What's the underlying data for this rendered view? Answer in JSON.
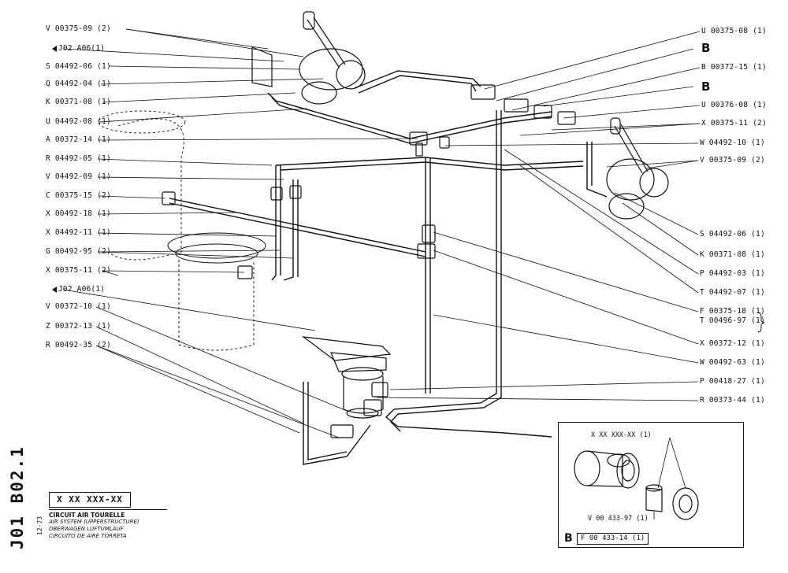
{
  "left_labels": [
    "V 00375-09 (2)",
    "J02  A06(1)",
    "S 04492-06 (1)",
    "Q 04492-04 (1)",
    "K 00371-08 (1)",
    "U 04492-08 (1)",
    "A 00372-14 (1)",
    "R 04492-05 (1)",
    "V 04492-09 (1)",
    "C 00375-15 (2)",
    "X 00492-18 (1)",
    "X 04492-11 (1)",
    "G 00492-95 (2)",
    "X 00375-11 (2)",
    "J02  A06(1)",
    "V 00372-10 (1)",
    "Z 00372-13 (1)",
    "R 00492-35 (2)"
  ],
  "right_labels": [
    "U 00375-08 (1)",
    "B 00372-15 (1)",
    "U 00376-08 (1)",
    "X 00375-11 (2)",
    "W 04492-10 (1)",
    "V 00375-09 (2)",
    "S 04492-06 (1)",
    "K 00371-08 (1)",
    "P 04492-03 (1)",
    "T 04492-07 (1)",
    "F 00375-18 (1)",
    "T 00496-97 (1)",
    "X 00372-12 (1)",
    "W 00492-63 (1)",
    "P 00418-27 (1)",
    "R 00373-44 (1)"
  ],
  "b_markers": [
    "B",
    "B"
  ],
  "sheet_code": "J01 B02.1",
  "date_code": "12-73",
  "part_number": "X XX XXX-XX",
  "title_lines": [
    "CIRCUIT AIR TOURELLE",
    "AIR SYSTEM (UPPERSTRUCTURE)",
    "OBERWAGEN LUFTUMLAUF",
    "CIRCUITO DE AIRE TORRETA"
  ],
  "inset": {
    "marker": "B",
    "reference": "F 00 433-14 (1)",
    "top_label": "X XX XXX-XX (1)",
    "lower_label": "V 00 433-97 (1)"
  }
}
